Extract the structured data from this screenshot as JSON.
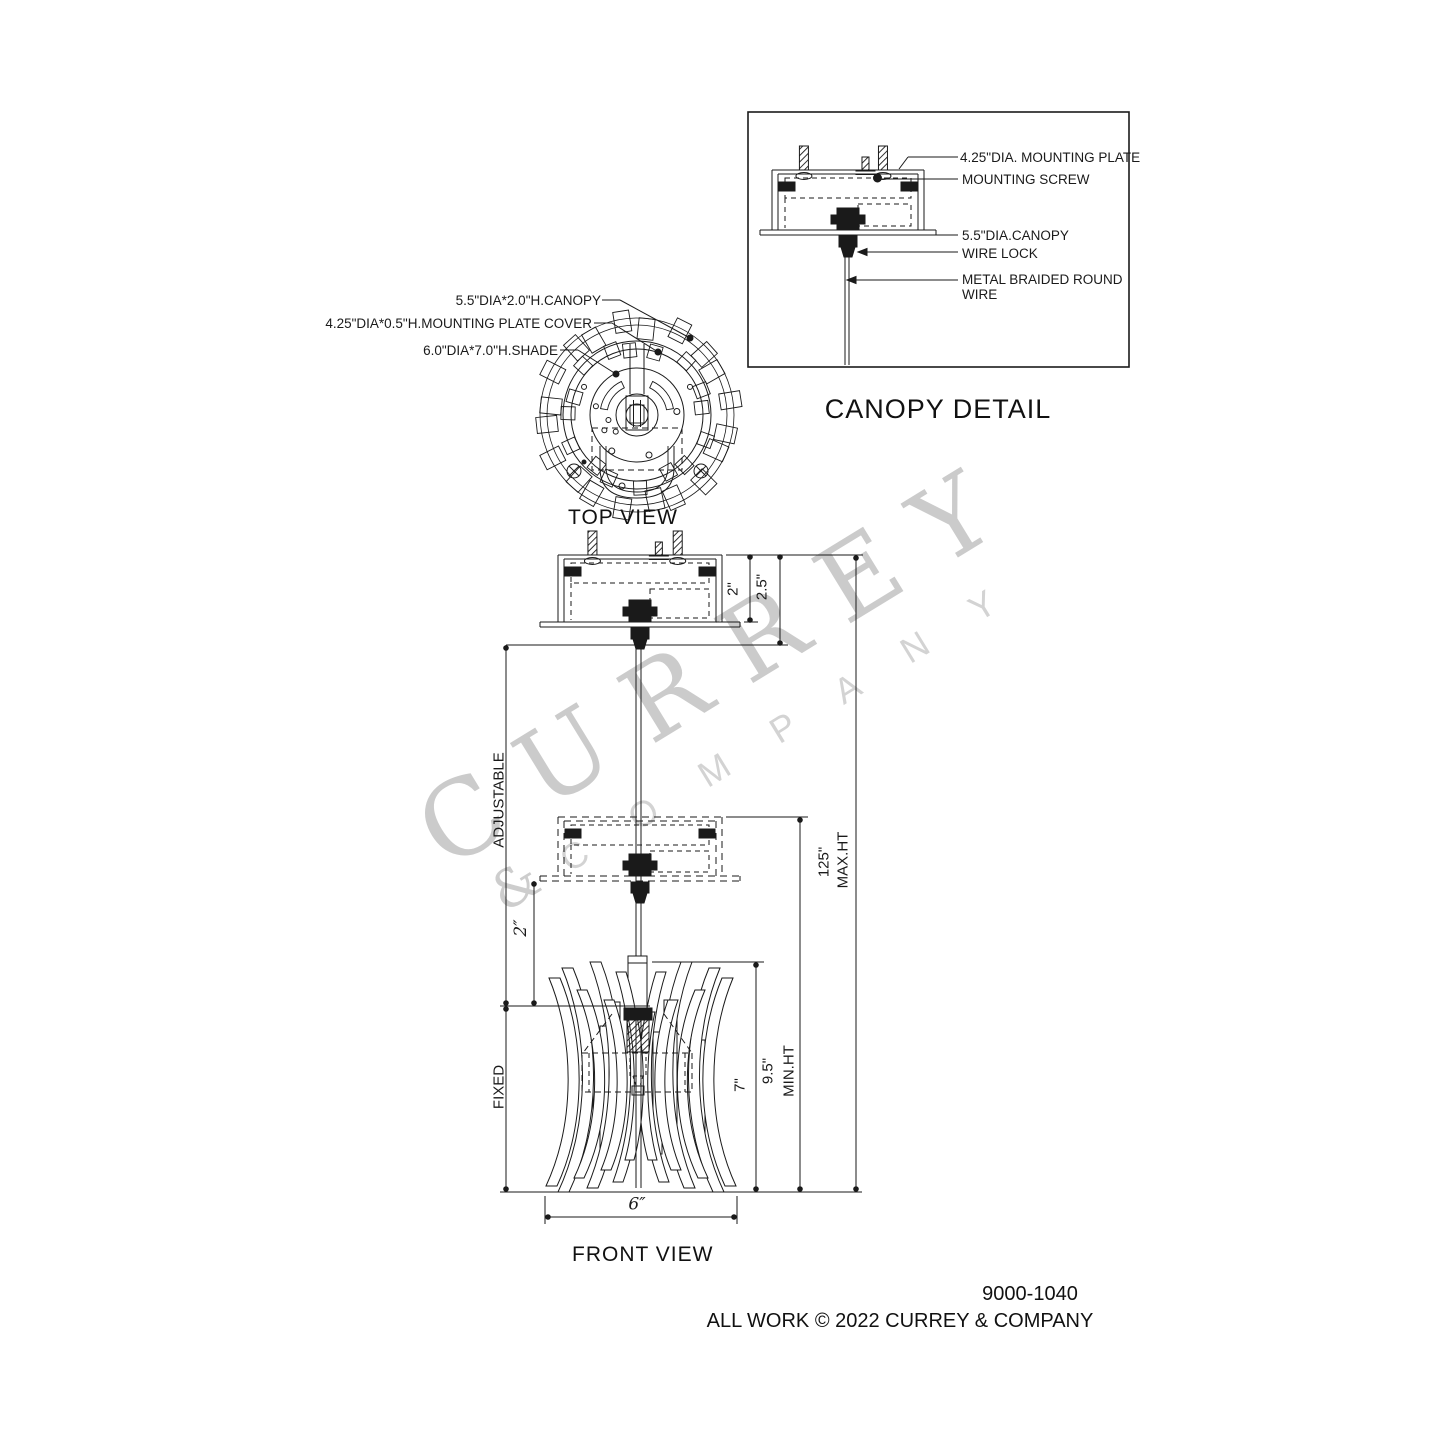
{
  "watermark": {
    "word1": "CURREY",
    "amp": "&",
    "word2": "COMPANY",
    "color": "#c2c2c2"
  },
  "canopy_detail": {
    "title": "CANOPY DETAIL",
    "labels": [
      "4.25\"DIA. MOUNTING PLATE",
      "MOUNTING SCREW",
      "5.5\"DIA.CANOPY",
      "WIRE LOCK",
      "METAL BRAIDED ROUND\n WIRE"
    ]
  },
  "top_view": {
    "title": "TOP VIEW",
    "labels": [
      "5.5\"DIA*2.0\"H.CANOPY",
      "4.25\"DIA*0.5\"H.MOUNTING PLATE COVER",
      "6.0\"DIA*7.0\"H.SHADE"
    ]
  },
  "front_view": {
    "title": "FRONT VIEW",
    "dims": {
      "d2": "2\"",
      "d25": "2.5\"",
      "d125": "125\"",
      "maxht": "MAX.HT",
      "d95": "9.5\"",
      "minht": "MIN.HT",
      "d7": "7\"",
      "adjustable": "ADJUSTABLE",
      "fixed": "FIXED",
      "d2s": "2″",
      "d6": "6″"
    }
  },
  "footer": {
    "model": "9000-1040",
    "copyright": "ALL WORK © 2022 CURREY & COMPANY"
  }
}
